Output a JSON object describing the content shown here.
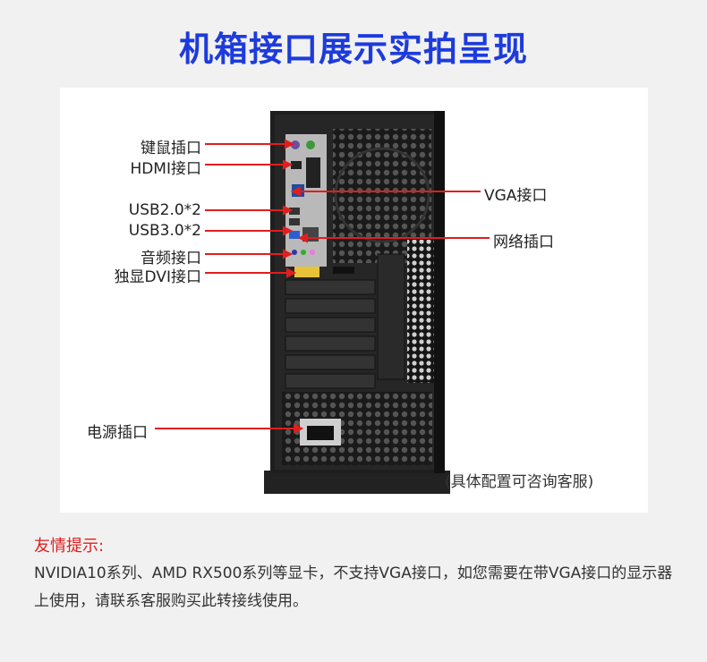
{
  "title": "机箱接口展示实拍呈现",
  "labels": {
    "keyboard_mouse": "键鼠插口",
    "hdmi": "HDMI接口",
    "usb20": "USB2.0*2",
    "usb30": "USB3.0*2",
    "audio": "音频接口",
    "dvi": "独显DVI接口",
    "power": "电源插口",
    "vga": "VGA接口",
    "network": "网络插口"
  },
  "note": "(具体配置可咨询客服)",
  "tip": {
    "title": "友情提示:",
    "body": "NVIDIA10系列、AMD RX500系列等显卡，不支持VGA接口，如您需要在带VGA接口的显示器上使用，请联系客服购买此转接线使用。"
  },
  "colors": {
    "title": "#1d3bdc",
    "arrow": "#e01e1e",
    "tip_title": "#e01e1e"
  }
}
